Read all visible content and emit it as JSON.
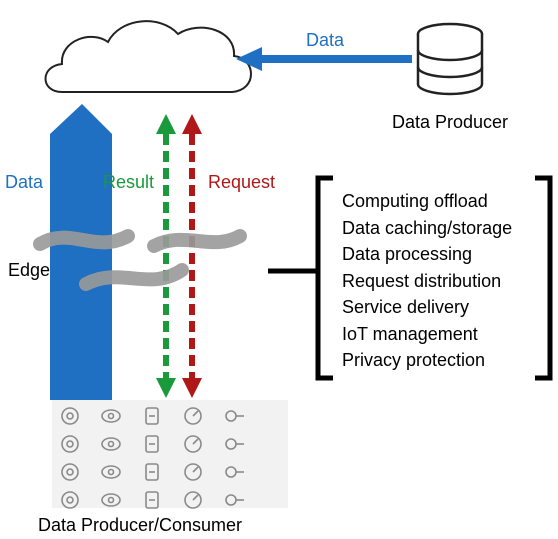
{
  "labels": {
    "top_data": "Data",
    "top_producer": "Data Producer",
    "left_data": "Data",
    "result": "Result",
    "request": "Request",
    "edge": "Edge",
    "bottom": "Data Producer/Consumer"
  },
  "edge_functions": [
    "Computing offload",
    "Data caching/storage",
    "Data processing",
    "Request distribution",
    "Service delivery",
    "IoT management",
    "Privacy protection"
  ],
  "colors": {
    "data_blue": "#1f6fc2",
    "result_green": "#1a9a3a",
    "request_red": "#b01818",
    "edge_gray": "#9a9a9a",
    "icon_gray": "#8a8a8a"
  },
  "icons": [
    "light-bulb-icon",
    "water-drop-icon",
    "thermometer-icon",
    "gauge-icon",
    "key-icon",
    "power-icon",
    "speaker-icon",
    "fan-icon",
    "snowflake-icon",
    "washer-icon",
    "sensor-icon",
    "garage-icon",
    "router-icon",
    "tv-icon",
    "fridge-icon",
    "lock-icon",
    "eye-icon",
    "phone-icon",
    "leaf-icon",
    "plug-icon"
  ]
}
